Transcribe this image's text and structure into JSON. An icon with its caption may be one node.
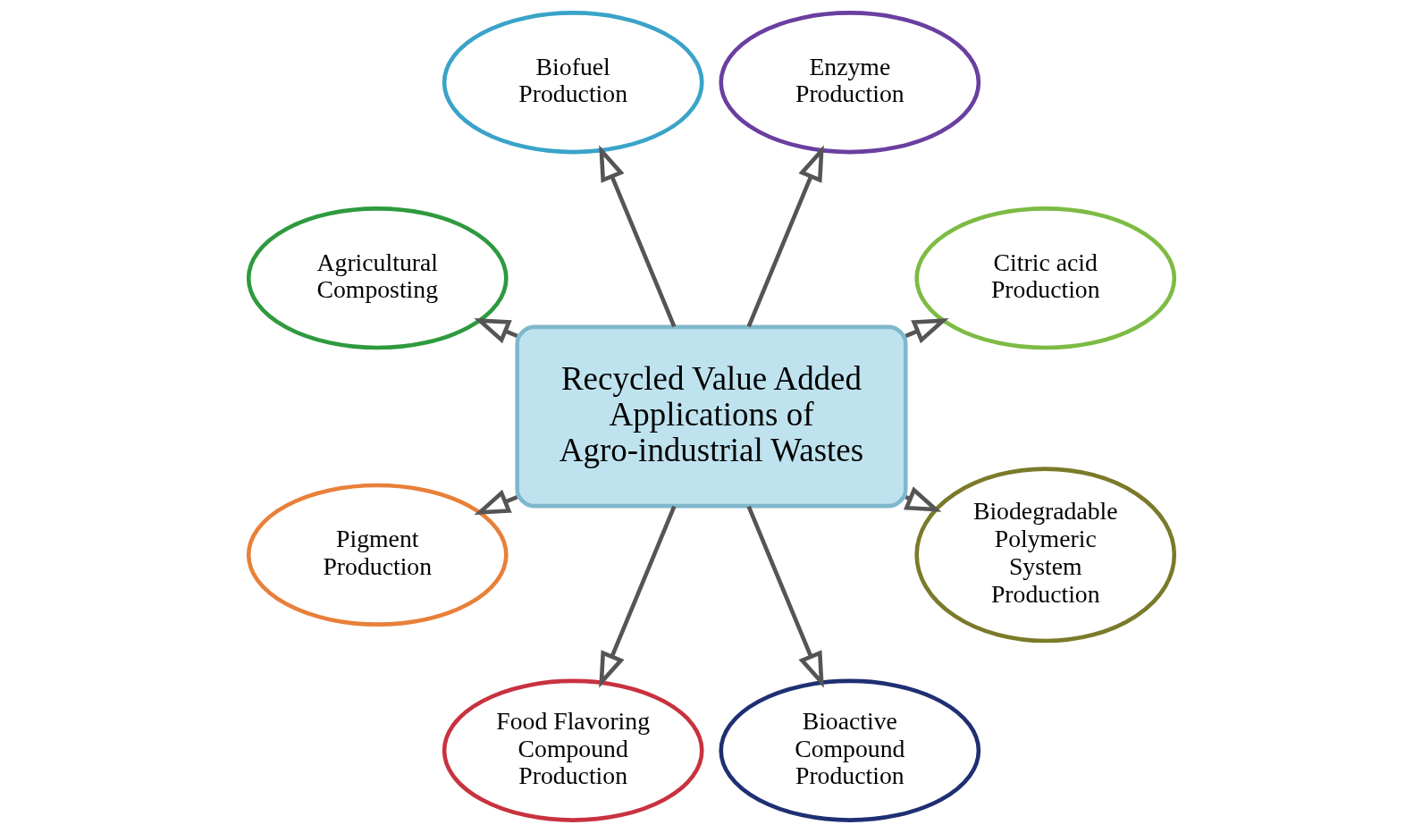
{
  "diagram": {
    "nodes": [
      {
        "text": [
          "Citric acid Production"
        ]
      },
      {
        "text": [
          "Enzyme Production"
        ]
      },
      {
        "text": [
          "Biofuel Production"
        ]
      },
      {
        "text": [
          "Agricultural Composting"
        ]
      },
      {
        "text": [
          "Recycled Value Added Applications of Agro-industrial Wastes"
        ]
      },
      {
        "text": [
          "Pigment Production"
        ]
      },
      {
        "text": [
          "Food Flavoring Compound Production"
        ]
      },
      {
        "text": [
          "Bioactive Compound Production"
        ]
      },
      {
        "text": [
          "Biodegradable Polymeric System Production"
        ]
      }
    ],
    "edges": [
      {
        "from": 4,
        "to": 0,
        "arrow": "to"
      },
      {
        "from": 4,
        "to": 1,
        "arrow": "to"
      },
      {
        "from": 4,
        "to": 2,
        "arrow": "to"
      },
      {
        "from": 4,
        "to": 3,
        "arrow": "to"
      },
      {
        "from": 4,
        "to": 5,
        "arrow": "to"
      },
      {
        "from": 4,
        "to": 6,
        "arrow": "to"
      },
      {
        "from": 4,
        "to": 7,
        "arrow": "to"
      },
      {
        "from": 4,
        "to": 8,
        "arrow": "to"
      }
    ]
  }
}
